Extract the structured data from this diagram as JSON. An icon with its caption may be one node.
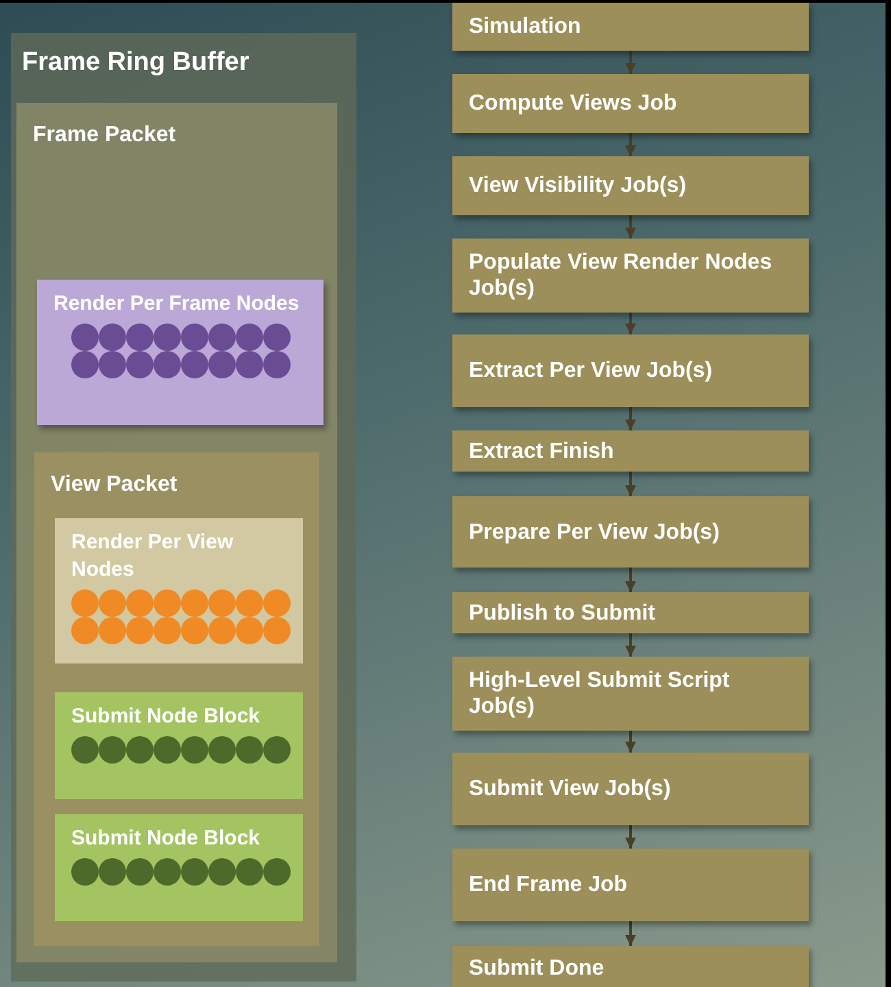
{
  "diagram": {
    "nodes": [
      {
        "text": [
          "Frame Ring Buffer"
        ]
      },
      {
        "text": [
          "Frame Packet"
        ],
        "in": 0
      },
      {
        "text": [
          "Render Per Frame Nodes"
        ],
        "in": 1
      },
      {
        "text": [
          "View Packet"
        ],
        "in": 1
      },
      {
        "text": [
          "Render Per View Nodes"
        ],
        "in": 3
      },
      {
        "text": [
          "Submit Node Block"
        ],
        "in": 3
      },
      {
        "text": [
          "Submit Node Block"
        ],
        "in": 3
      },
      {
        "text": [
          "Simulation"
        ]
      },
      {
        "text": [
          "Compute Views Job"
        ]
      },
      {
        "text": [
          "View Visibility Job(s)"
        ]
      },
      {
        "text": [
          "Populate View Render Nodes Job(s)"
        ]
      },
      {
        "text": [
          "Extract Per View Job(s)"
        ]
      },
      {
        "text": [
          "Extract Finish"
        ]
      },
      {
        "text": [
          "Prepare Per View Job(s)"
        ]
      },
      {
        "text": [
          "Publish to Submit"
        ]
      },
      {
        "text": [
          "High-Level Submit Script Job(s)"
        ]
      },
      {
        "text": [
          "Submit View Job(s)"
        ]
      },
      {
        "text": [
          "End Frame Job"
        ]
      },
      {
        "text": [
          "Submit Done"
        ]
      }
    ],
    "edges": [
      {
        "from": 7,
        "to": 8,
        "arrow": "to"
      },
      {
        "from": 8,
        "to": 9,
        "arrow": "to"
      },
      {
        "from": 9,
        "to": 10,
        "arrow": "to"
      },
      {
        "from": 10,
        "to": 11,
        "arrow": "to"
      },
      {
        "from": 11,
        "to": 12,
        "arrow": "to"
      },
      {
        "from": 12,
        "to": 13,
        "arrow": "to"
      },
      {
        "from": 13,
        "to": 14,
        "arrow": "to"
      },
      {
        "from": 14,
        "to": 15,
        "arrow": "to"
      },
      {
        "from": 15,
        "to": 16,
        "arrow": "to"
      },
      {
        "from": 16,
        "to": 17,
        "arrow": "to"
      },
      {
        "from": 17,
        "to": 18,
        "arrow": "to"
      }
    ]
  }
}
